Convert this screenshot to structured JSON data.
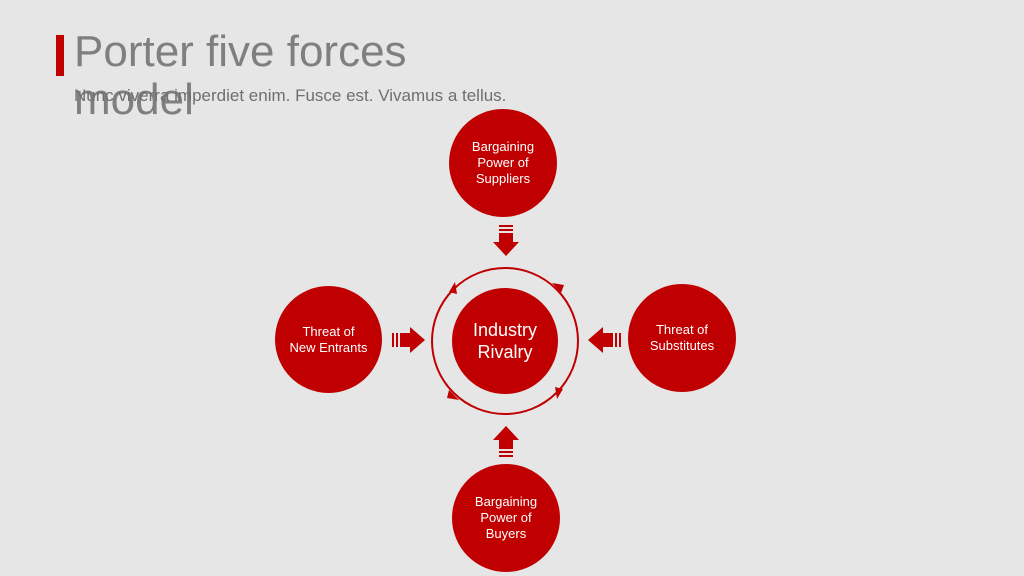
{
  "slide": {
    "title": "Porter five forces model",
    "subtitle": "Nunc viverra imperdiet enim. Fusce est. Vivamus a tellus.",
    "accent_color": "#c00000",
    "background_color": "#e6e6e6",
    "title_color": "#7f7f7f"
  },
  "diagram": {
    "center": {
      "label": "Industry Rivalry"
    },
    "forces": {
      "top": {
        "label": "Bargaining Power of Suppliers"
      },
      "right": {
        "label": "Threat of Substitutes"
      },
      "bottom": {
        "label": "Bargaining Power of Buyers"
      },
      "left": {
        "label": "Threat of New Entrants"
      }
    }
  }
}
